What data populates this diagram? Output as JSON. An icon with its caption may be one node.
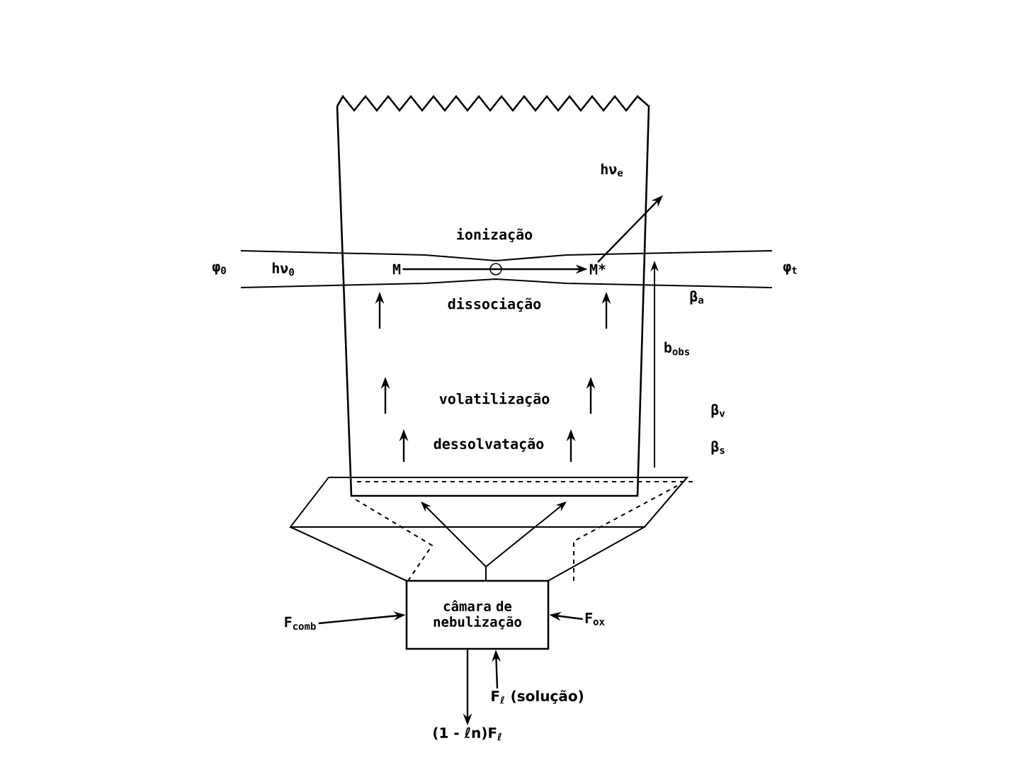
{
  "diagram": {
    "nodes": [
      {
        "text": [
          "câmara de nebulização"
        ]
      },
      {
        "text": [
          "F$_{comb}$"
        ]
      },
      {
        "text": [
          "F$_{ox}$"
        ]
      },
      {
        "text": [
          "F$_{ℓ}$ (solução)"
        ]
      },
      {
        "text": [
          "(1 - ℓn)F$_{ℓ}$"
        ]
      },
      {
        "text": [
          "M"
        ]
      },
      {
        "text": [
          "M*"
        ]
      },
      {
        "text": [
          "hν$_{e}$"
        ]
      }
    ],
    "edges": [
      {
        "from": 1,
        "to": 0,
        "arrow": "to"
      },
      {
        "from": 2,
        "to": 0,
        "arrow": "to"
      },
      {
        "from": 3,
        "to": 0,
        "arrow": "to"
      },
      {
        "from": 0,
        "to": 4,
        "arrow": "to"
      },
      {
        "from": 5,
        "to": 6,
        "arrow": "to"
      },
      {
        "from": 6,
        "to": 7,
        "arrow": "to"
      }
    ],
    "labels": [
      "hν$_{0}$",
      "φ$_{0}$",
      "ionização",
      "φ$_{t}$",
      "dissociação",
      "β$_{a}$",
      "b$_{obs}$",
      "volatilização",
      "β$_{v}$",
      "dessolvatação",
      "β$_{s}$"
    ]
  }
}
